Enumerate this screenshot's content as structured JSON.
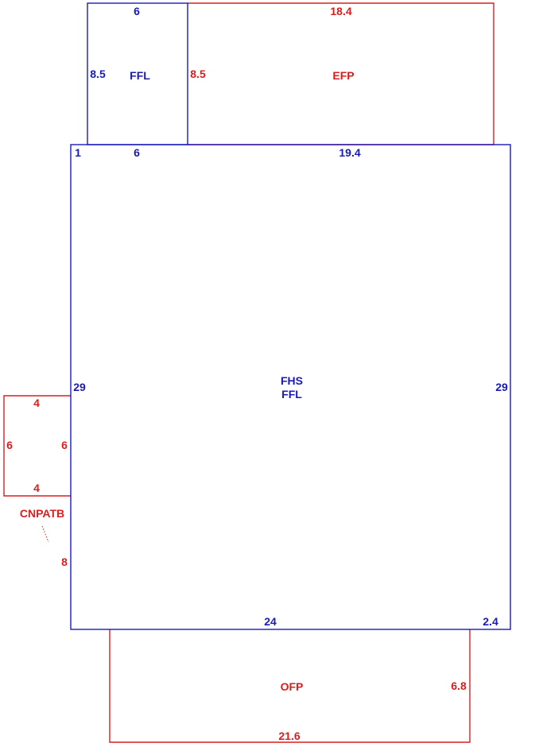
{
  "colors": {
    "primary_line": "#1a1ab8",
    "secondary_line": "#d81e1e",
    "background": "#ffffff"
  },
  "areas": {
    "ffl_top": {
      "code": "FFL",
      "top": "6",
      "left": "8.5"
    },
    "efp": {
      "code": "EFP",
      "top": "18.4",
      "left": "8.5"
    },
    "main": {
      "code_line1": "FHS",
      "code_line2": "FFL",
      "corner_top_left": "1",
      "top_segment": "6",
      "top_remaining": "19.4",
      "left": "29",
      "right": "29",
      "bottom": "24",
      "bottom_right_offset": "2.4"
    },
    "cnpatb": {
      "code": "CNPATB",
      "top": "4",
      "bottom": "4",
      "left": "6",
      "right": "6",
      "below_offset": "8"
    },
    "ofp": {
      "code": "OFP",
      "right": "6.8",
      "bottom": "21.6"
    }
  }
}
